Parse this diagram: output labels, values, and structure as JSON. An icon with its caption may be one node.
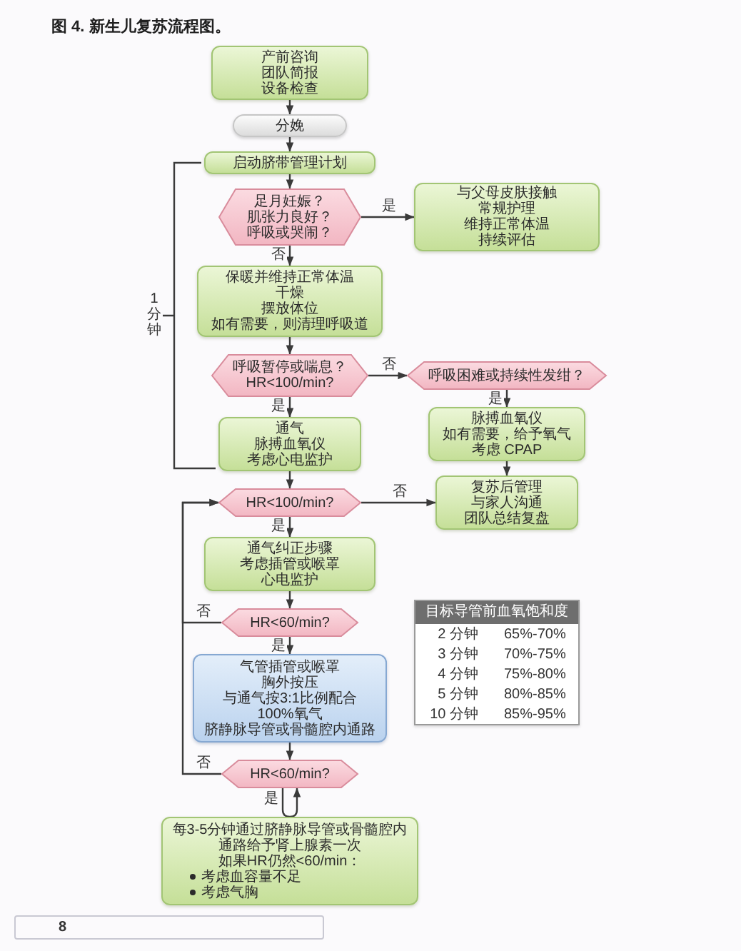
{
  "diagram": {
    "title": "图 4. 新生儿复苏流程图。",
    "nodes": [
      {
        "text": [
          "产前咨询",
          "团队简报",
          "设备检查"
        ]
      },
      {
        "text": [
          "分娩"
        ]
      },
      {
        "text": [
          "启动脐带管理计划"
        ]
      },
      {
        "text": [
          "足月妊娠？",
          "肌张力良好？",
          "呼吸或哭闹？"
        ]
      },
      {
        "text": [
          "与父母皮肤接触",
          "常规护理",
          "维持正常体温",
          "持续评估"
        ]
      },
      {
        "text": [
          "保暖并维持正常体温",
          "干燥",
          "摆放体位",
          "如有需要，则清理呼吸道"
        ]
      },
      {
        "text": [
          "呼吸暂停或喘息？",
          "HR<100/min?"
        ]
      },
      {
        "text": [
          "呼吸困难或持续性发绀？"
        ]
      },
      {
        "text": [
          "通气",
          "脉搏血氧仪",
          "考虑心电监护"
        ]
      },
      {
        "text": [
          "脉搏血氧仪",
          "如有需要，给予氧气",
          "考虑 CPAP"
        ]
      },
      {
        "text": [
          "HR<100/min?"
        ]
      },
      {
        "text": [
          "复苏后管理",
          "与家人沟通",
          "团队总结复盘"
        ]
      },
      {
        "text": [
          "通气纠正步骤",
          "考虑插管或喉罩",
          "心电监护"
        ]
      },
      {
        "text": [
          "HR<60/min?"
        ]
      },
      {
        "text": [
          "气管插管或喉罩",
          "胸外按压",
          "与通气按3:1比例配合",
          "100%氧气",
          "脐静脉导管或骨髓腔内通路"
        ]
      },
      {
        "text": [
          "HR<60/min?"
        ]
      },
      {
        "text": [
          "每3-5分钟通过脐静脉导管或骨髓腔内通路给予肾上腺素一次",
          "如果HR仍然<60/min：",
          "考虑血容量不足",
          "考虑气胸"
        ]
      }
    ],
    "edges": [
      {
        "from": 0,
        "to": 1,
        "arrow": "to"
      },
      {
        "from": 1,
        "to": 2,
        "arrow": "to"
      },
      {
        "from": 2,
        "to": 3,
        "arrow": "to"
      },
      {
        "from": 3,
        "to": 4,
        "arrow": "to",
        "label": "是"
      },
      {
        "from": 3,
        "to": 5,
        "arrow": "to",
        "label": "否"
      },
      {
        "from": 5,
        "to": 6,
        "arrow": "to"
      },
      {
        "from": 6,
        "to": 7,
        "arrow": "to",
        "label": "否"
      },
      {
        "from": 6,
        "to": 8,
        "arrow": "to",
        "label": "是"
      },
      {
        "from": 7,
        "to": 9,
        "arrow": "to",
        "label": "是"
      },
      {
        "from": 9,
        "to": 11,
        "arrow": "to"
      },
      {
        "from": 8,
        "to": 10,
        "arrow": "to"
      },
      {
        "from": 10,
        "to": 11,
        "arrow": "to",
        "label": "否"
      },
      {
        "from": 10,
        "to": 12,
        "arrow": "to",
        "label": "是"
      },
      {
        "from": 12,
        "to": 13,
        "arrow": "to"
      },
      {
        "from": 13,
        "to": 10,
        "arrow": "to",
        "label": "否"
      },
      {
        "from": 13,
        "to": 14,
        "arrow": "to",
        "label": "是"
      },
      {
        "from": 14,
        "to": 15,
        "arrow": "to"
      },
      {
        "from": 15,
        "to": 10,
        "arrow": "to",
        "label": "否"
      },
      {
        "from": 15,
        "to": 16,
        "arrow": "none",
        "label": "是"
      },
      {
        "from": 16,
        "to": 15,
        "arrow": "to"
      }
    ],
    "labels": [
      "1分钟",
      "目标导管前血氧饱和度",
      "2 分钟",
      "65%-70%",
      "3 分钟",
      "70%-75%",
      "4 分钟",
      "75%-80%",
      "5 分钟",
      "80%-85%",
      "10 分钟",
      "85%-95%",
      "8"
    ]
  }
}
